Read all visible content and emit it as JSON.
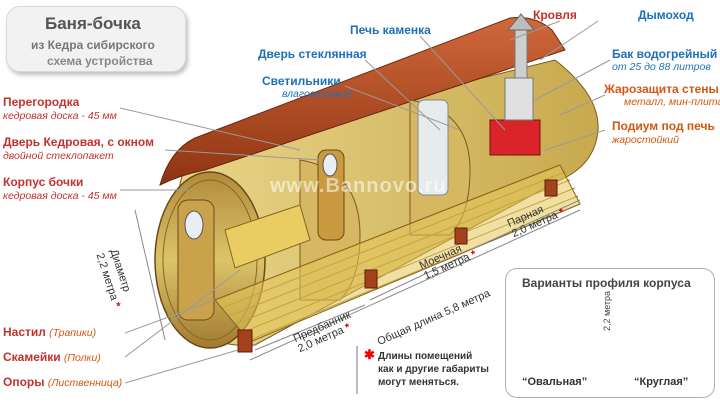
{
  "title": {
    "main": "Баня-бочка",
    "line2": "из Кедра сибирского",
    "line3": "схема устройства"
  },
  "watermark": "www.Bannovo.ru",
  "labels_left": [
    {
      "main": "Перегородка",
      "sub": "кедровая доска - 45 мм"
    },
    {
      "main": "Дверь Кедровая, с окном",
      "sub": "двойной стеклопакет"
    },
    {
      "main": "Корпус бочки",
      "sub": "кедровая доска - 45 мм"
    }
  ],
  "labels_center": [
    {
      "main": "Дверь стеклянная",
      "sub": ""
    },
    {
      "main": "Светильники",
      "sub": "влагостойкие"
    },
    {
      "main": "Печь каменка",
      "sub": ""
    }
  ],
  "labels_right": [
    {
      "main": "Кровля",
      "sub": ""
    },
    {
      "main": "Дымоход",
      "sub": ""
    },
    {
      "main": "Бак водогрейный",
      "sub": "от 25 до 88 литров"
    },
    {
      "main": "Жарозащита стены",
      "sub": "металл, мин-плита"
    },
    {
      "main": "Подиум под печь",
      "sub": "жаростойкий"
    }
  ],
  "labels_bottom": [
    {
      "main": "Настил",
      "sub": "(Трапики)"
    },
    {
      "main": "Скамейки",
      "sub": "(Полки)"
    },
    {
      "main": "Опоры",
      "sub": "(Лиственница)"
    }
  ],
  "dimensions": {
    "diameter_label": "Диаметр",
    "diameter_value": "2,2 метра",
    "rooms": [
      {
        "name": "Предбанник",
        "size": "2,0 метра"
      },
      {
        "name": "Моечная",
        "size": "1,5 метра"
      },
      {
        "name": "Парная",
        "size": "2,0 метра"
      }
    ],
    "total": "Общая длина 5,8 метра"
  },
  "note": {
    "line1": "Длины помещений",
    "line2": "как и другие габариты",
    "line3": "могут меняться."
  },
  "variants": {
    "title": "Варианты профиля корпуса",
    "height": "2,2 метра",
    "items": [
      "“Овальная”",
      "“Круглая”"
    ]
  },
  "colors": {
    "label_red": "#c4322e",
    "label_blue": "#1e6fb8",
    "label_orange": "#d4570f",
    "roof": "#b4461e",
    "wood": "#d7bf5f",
    "stove": "#d9242a"
  }
}
